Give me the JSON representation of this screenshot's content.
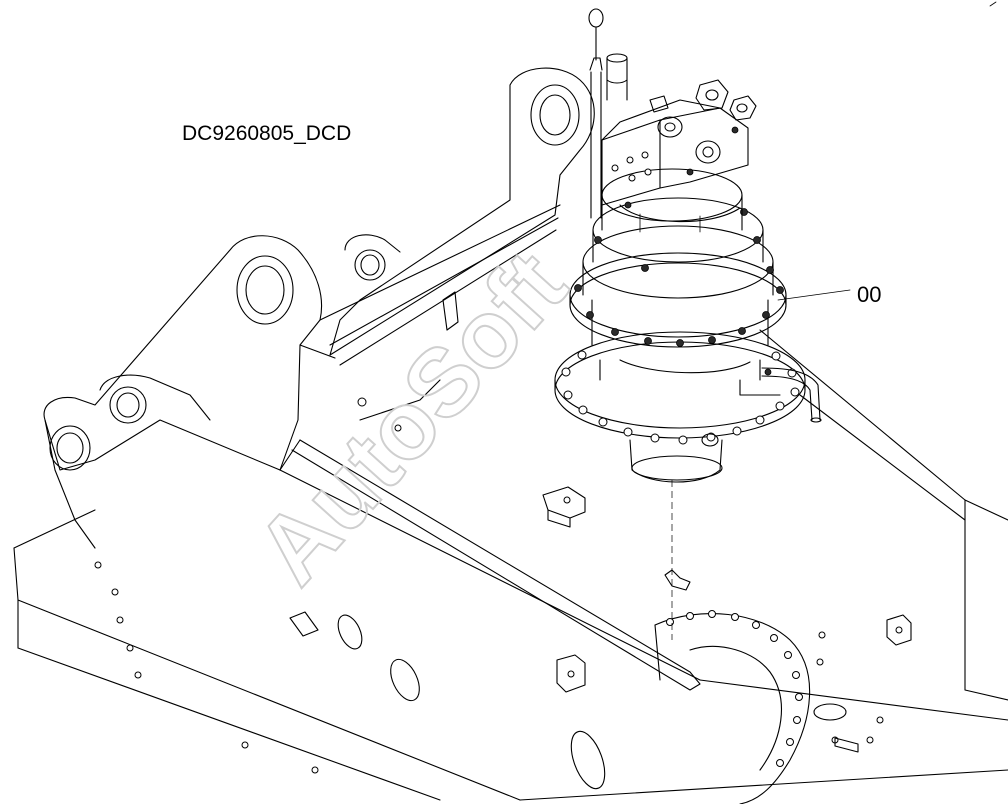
{
  "diagram": {
    "code_label": "DC9260805_DCD",
    "callouts": [
      {
        "id": "00",
        "text": "00",
        "part": "swing-motor-gearbox"
      }
    ],
    "watermark": "AutoSoft",
    "line_color": "#000000",
    "watermark_color": "#cfcfcf",
    "background": "#ffffff"
  }
}
